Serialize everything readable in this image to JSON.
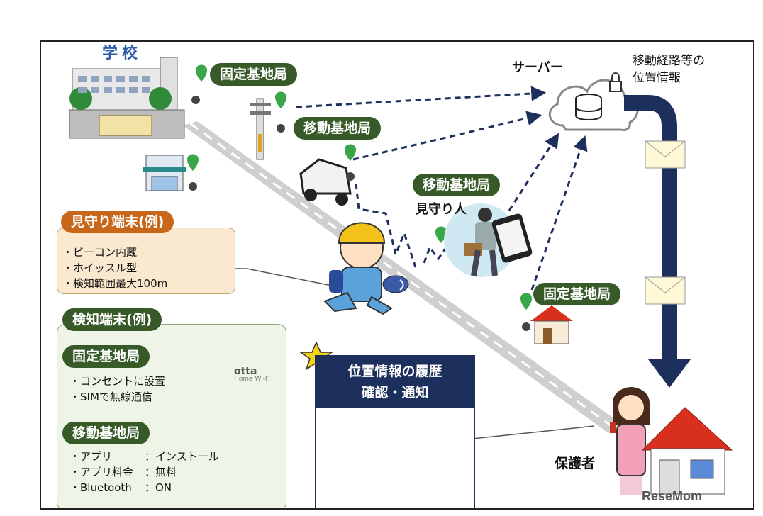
{
  "school": {
    "label": "学校"
  },
  "server": {
    "label": "サーバー",
    "note_line1": "移動経路等の",
    "note_line2": "位置情報"
  },
  "stations": {
    "fixed_top": "固定基地局",
    "mobile_car": "移動基地局",
    "mobile_person": "移動基地局",
    "fixed_house": "固定基地局"
  },
  "watcher": {
    "label": "見守り人"
  },
  "guardian": {
    "label": "保護者"
  },
  "watch_terminal": {
    "title": "見守り端末(例)",
    "items": [
      "・ビーコン内蔵",
      "・ホイッスル型",
      "・検知範囲最大100m"
    ]
  },
  "detect_terminal": {
    "title": "検知端末(例)",
    "fixed": {
      "title": "固定基地局",
      "items": [
        "・コンセントに設置",
        "・SIMで無線通信"
      ],
      "device_brand": "otta",
      "device_sub": "Home Wi-Fi"
    },
    "mobile": {
      "title": "移動基地局",
      "rows": [
        {
          "k": "・アプリ",
          "v": "：インストール"
        },
        {
          "k": "・アプリ料金",
          "v": "：無料"
        },
        {
          "k": "・Bluetooth",
          "v": "：ON"
        }
      ]
    }
  },
  "history": {
    "title_line1": "位置情報の履歴",
    "title_line2": "確認・通知"
  },
  "watermark": "ReseMom",
  "colors": {
    "green_label": "#375a28",
    "orange_label": "#c8661a",
    "navy": "#1d2f5c",
    "pin_green": "#3aa64a"
  }
}
